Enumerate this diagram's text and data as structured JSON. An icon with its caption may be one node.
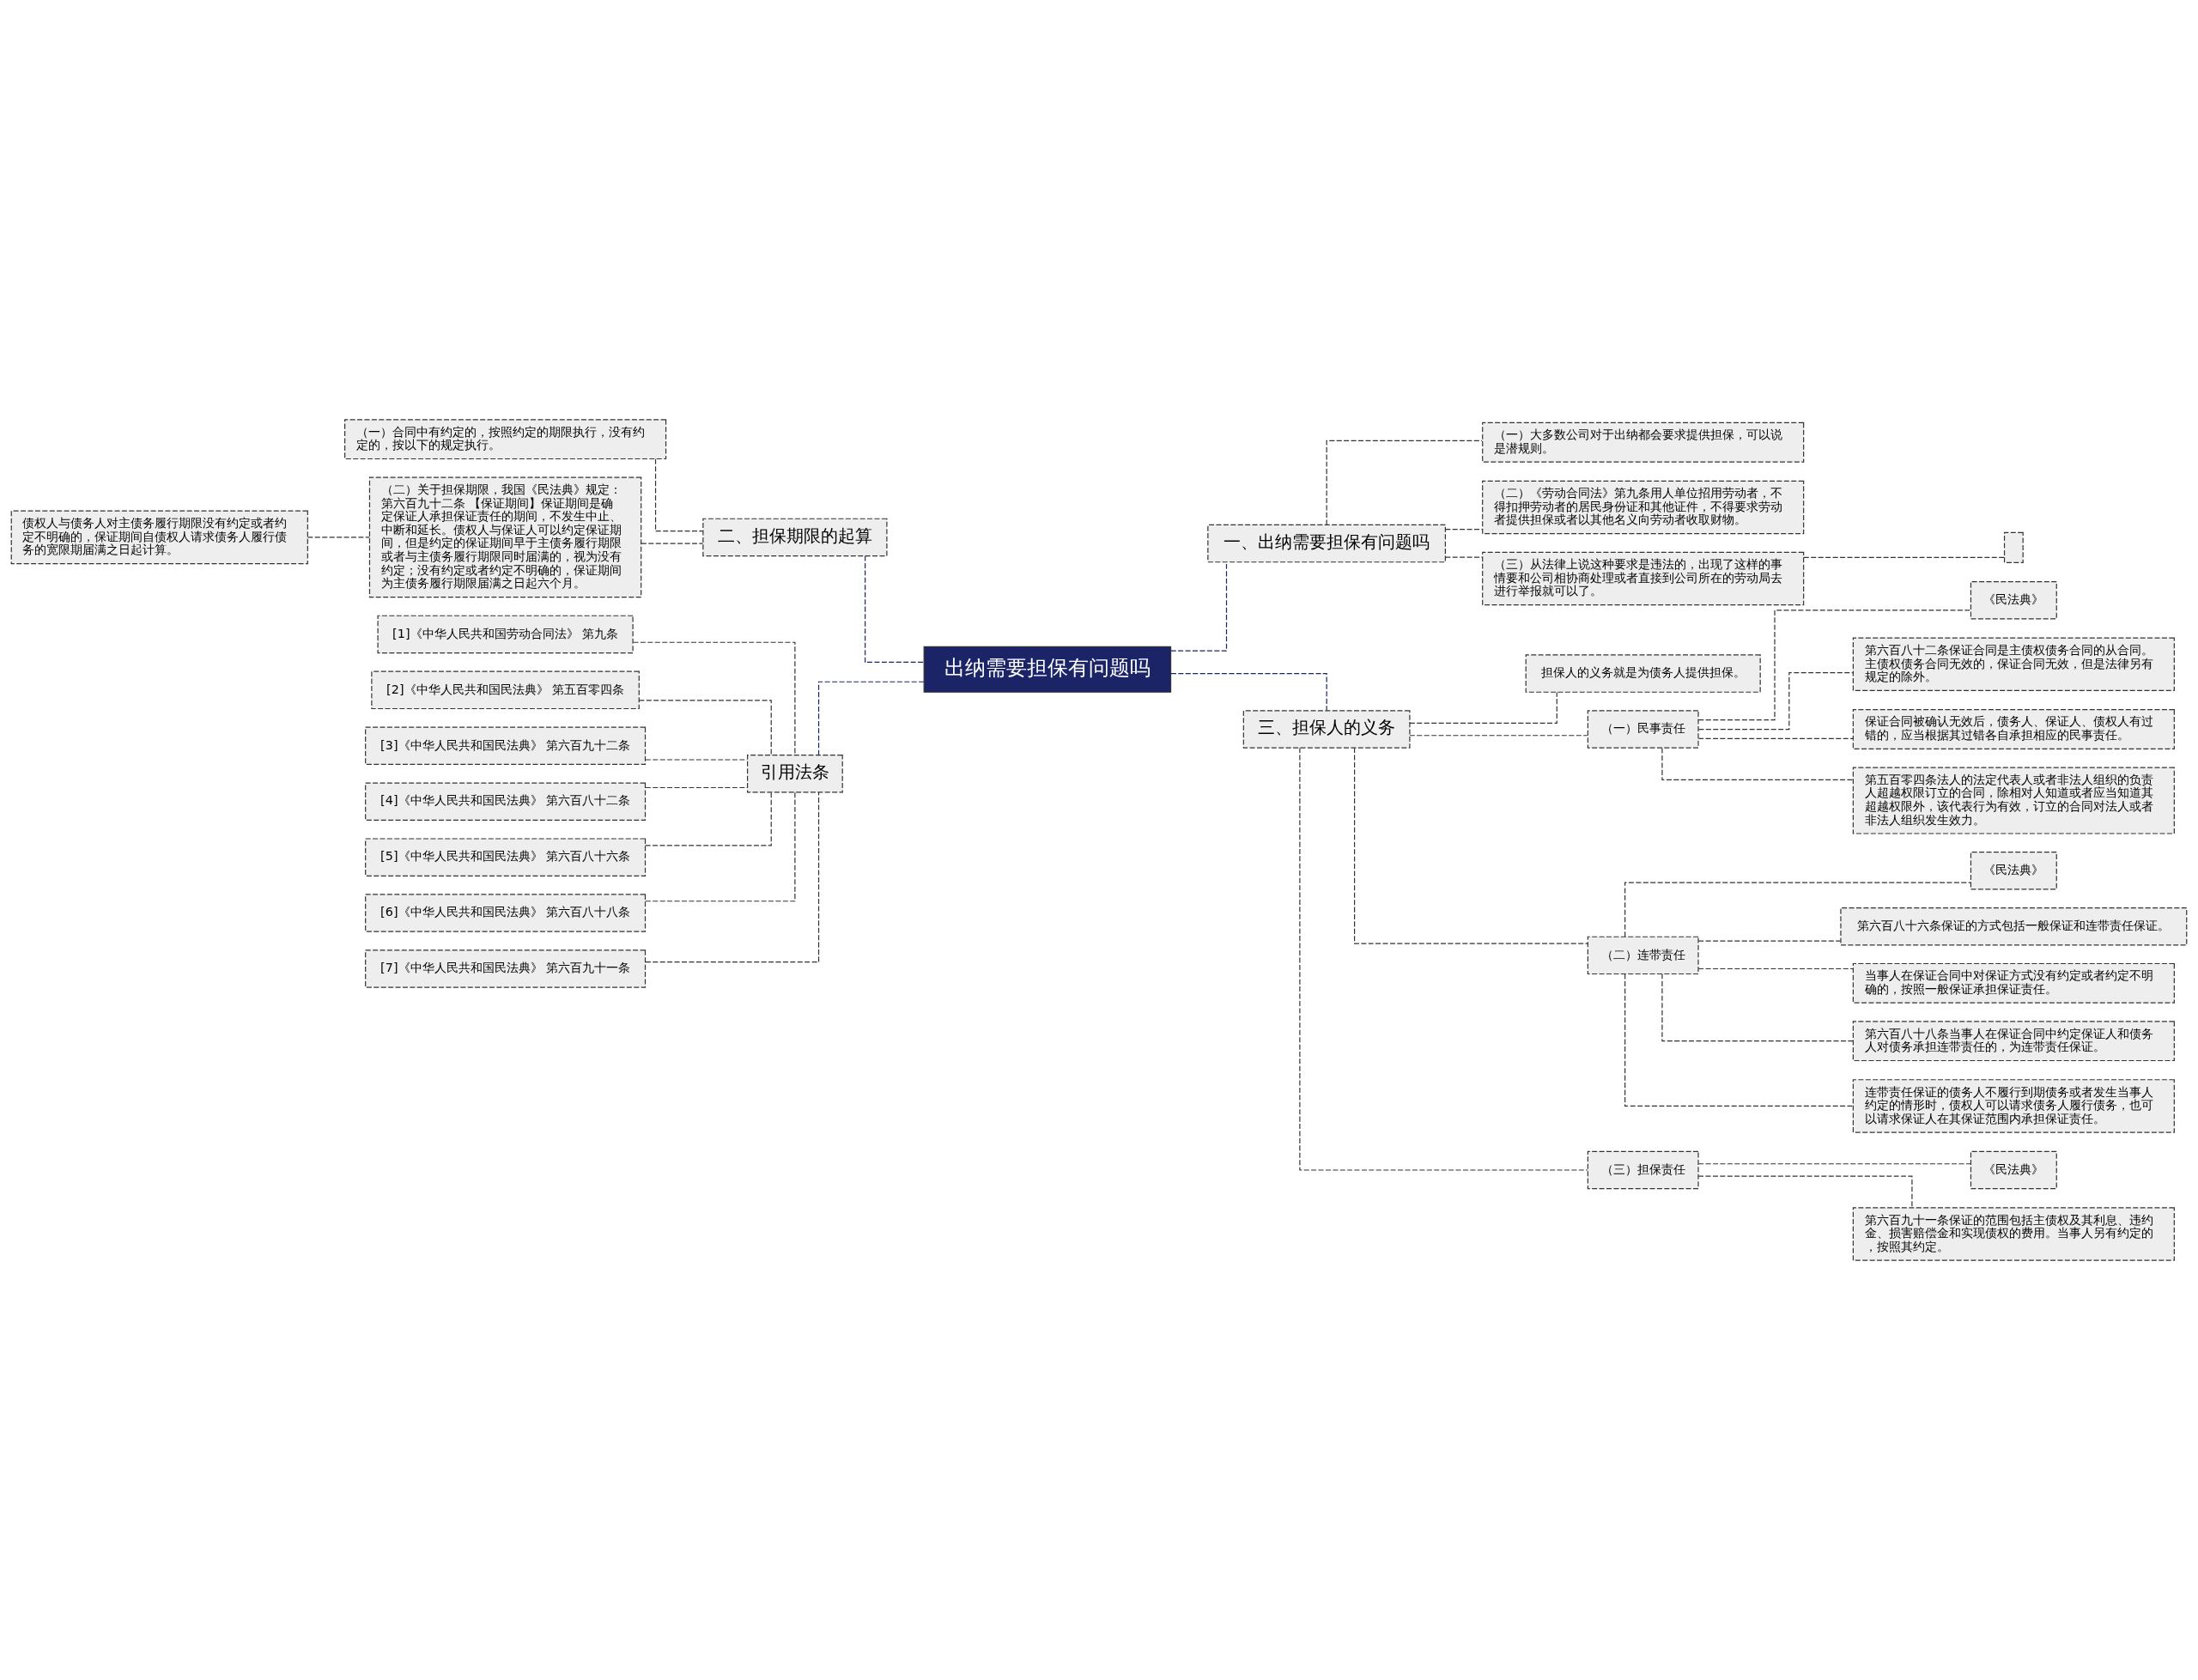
{
  "diagram": {
    "nodes": [
      {
        "text": [
          "出纳需要担保有问题吗"
        ]
      },
      {
        "text": [
          "一、出纳需要担保有问题吗"
        ]
      },
      {
        "text": [
          "（一）大多数公司对于出纳都会要求提供担保，可以说是潜规则。"
        ]
      },
      {
        "text": [
          "（二）《劳动合同法》第九条用人单位招用劳动者，不得扣押劳动者的居民身份证和其他证件，不得要求劳动者提供担保或者以其他名义向劳动者收取财物。"
        ]
      },
      {
        "text": [
          "（三）从法律上说这种要求是违法的，出现了这样的事情要和公司相协商处理或者直接到公司所在的劳动局去进行举报就可以了。"
        ]
      },
      {
        "text": [],
        "shape": "box"
      },
      {
        "text": [
          "三、担保人的义务"
        ]
      },
      {
        "text": [
          "担保人的义务就是为债务人提供担保。"
        ]
      },
      {
        "text": [
          "（一）民事责任"
        ]
      },
      {
        "text": [
          "《民法典》"
        ]
      },
      {
        "text": [
          "第六百八十二条保证合同是主债权债务合同的从合同。主债权债务合同无效的，保证合同无效，但是法律另有规定的除外。"
        ]
      },
      {
        "text": [
          "保证合同被确认无效后，债务人、保证人、债权人有过错的，应当根据其过错各自承担相应的民事责任。"
        ]
      },
      {
        "text": [
          "第五百零四条法人的法定代表人或者非法人组织的负责人超越权限订立的合同，除相对人知道或者应当知道其超越权限外，该代表行为有效，订立的合同对法人或者非法人组织发生效力。"
        ]
      },
      {
        "text": [
          "（二）连带责任"
        ]
      },
      {
        "text": [
          "《民法典》"
        ]
      },
      {
        "text": [
          "第六百八十六条保证的方式包括一般保证和连带责任保证。"
        ]
      },
      {
        "text": [
          "当事人在保证合同中对保证方式没有约定或者约定不明确的，按照一般保证承担保证责任。"
        ]
      },
      {
        "text": [
          "第六百八十八条当事人在保证合同中约定保证人和债务人对债务承担连带责任的，为连带责任保证。"
        ]
      },
      {
        "text": [
          "连带责任保证的债务人不履行到期债务或者发生当事人约定的情形时，债权人可以请求债务人履行债务，也可以请求保证人在其保证范围内承担保证责任。"
        ]
      },
      {
        "text": [
          "（三）担保责任"
        ]
      },
      {
        "text": [
          "《民法典》"
        ]
      },
      {
        "text": [
          "第六百九十一条保证的范围包括主债权及其利息、违约金、损害赔偿金和实现债权的费用。当事人另有约定的，按照其约定。"
        ]
      },
      {
        "text": [
          "二、担保期限的起算"
        ]
      },
      {
        "text": [
          "（一）合同中有约定的，按照约定的期限执行，没有约定的，按以下的规定执行。"
        ]
      },
      {
        "text": [
          "（二）关于担保期限，我国《民法典》规定：第六百九十二条 【保证期间】保证期间是确定保证人承担保证责任的期间，不发生中止、中断和延长。债权人与保证人可以约定保证期间，但是约定的保证期间早于主债务履行期限或者与主债务履行期限同时届满的，视为没有约定；没有约定或者约定不明确的，保证期间为主债务履行期限届满之日起六个月。"
        ]
      },
      {
        "text": [
          "债权人与债务人对主债务履行期限没有约定或者约定不明确的，保证期间自债权人请求债务人履行债务的宽限期届满之日起计算。"
        ]
      },
      {
        "text": [
          "引用法条"
        ]
      },
      {
        "text": [
          "[1]《中华人民共和国劳动合同法》 第九条"
        ]
      },
      {
        "text": [
          "[2]《中华人民共和国民法典》 第五百零四条"
        ]
      },
      {
        "text": [
          "[3]《中华人民共和国民法典》 第六百九十二条"
        ]
      },
      {
        "text": [
          "[4]《中华人民共和国民法典》 第六百八十二条"
        ]
      },
      {
        "text": [
          "[5]《中华人民共和国民法典》 第六百八十六条"
        ]
      },
      {
        "text": [
          "[6]《中华人民共和国民法典》 第六百八十八条"
        ]
      },
      {
        "text": [
          "[7]《中华人民共和国民法典》 第六百九十一条"
        ]
      }
    ],
    "edges": [
      {
        "from": 0,
        "to": 1,
        "arrow": "none",
        "style": "dashed",
        "color": "#1a2466"
      },
      {
        "from": 1,
        "to": 2,
        "arrow": "none",
        "style": "dashed"
      },
      {
        "from": 1,
        "to": 3,
        "arrow": "none",
        "style": "dashed"
      },
      {
        "from": 1,
        "to": 4,
        "arrow": "none",
        "style": "dashed"
      },
      {
        "from": 4,
        "to": 5,
        "arrow": "none",
        "style": "dashed"
      },
      {
        "from": 0,
        "to": 6,
        "arrow": "none",
        "style": "dashed",
        "color": "#1a2466"
      },
      {
        "from": 6,
        "to": 7,
        "arrow": "none",
        "style": "dashed"
      },
      {
        "from": 6,
        "to": 8,
        "arrow": "none",
        "style": "dashed"
      },
      {
        "from": 8,
        "to": 9,
        "arrow": "none",
        "style": "dashed"
      },
      {
        "from": 8,
        "to": 10,
        "arrow": "none",
        "style": "dashed"
      },
      {
        "from": 8,
        "to": 11,
        "arrow": "none",
        "style": "dashed"
      },
      {
        "from": 8,
        "to": 12,
        "arrow": "none",
        "style": "dashed"
      },
      {
        "from": 6,
        "to": 13,
        "arrow": "none",
        "style": "dashed"
      },
      {
        "from": 13,
        "to": 14,
        "arrow": "none",
        "style": "dashed"
      },
      {
        "from": 13,
        "to": 15,
        "arrow": "none",
        "style": "dashed"
      },
      {
        "from": 13,
        "to": 16,
        "arrow": "none",
        "style": "dashed"
      },
      {
        "from": 13,
        "to": 17,
        "arrow": "none",
        "style": "dashed"
      },
      {
        "from": 13,
        "to": 18,
        "arrow": "none",
        "style": "dashed"
      },
      {
        "from": 6,
        "to": 19,
        "arrow": "none",
        "style": "dashed"
      },
      {
        "from": 19,
        "to": 20,
        "arrow": "none",
        "style": "dashed"
      },
      {
        "from": 19,
        "to": 21,
        "arrow": "none",
        "style": "dashed"
      },
      {
        "from": 0,
        "to": 22,
        "arrow": "none",
        "style": "dashed",
        "color": "#1a2466"
      },
      {
        "from": 22,
        "to": 23,
        "arrow": "none",
        "style": "dashed"
      },
      {
        "from": 22,
        "to": 24,
        "arrow": "none",
        "style": "dashed"
      },
      {
        "from": 24,
        "to": 25,
        "arrow": "none",
        "style": "dashed"
      },
      {
        "from": 0,
        "to": 26,
        "arrow": "none",
        "style": "dashed",
        "color": "#1a2466"
      },
      {
        "from": 26,
        "to": 27,
        "arrow": "none",
        "style": "dashed"
      },
      {
        "from": 26,
        "to": 28,
        "arrow": "none",
        "style": "dashed"
      },
      {
        "from": 26,
        "to": 29,
        "arrow": "none",
        "style": "dashed"
      },
      {
        "from": 26,
        "to": 30,
        "arrow": "none",
        "style": "dashed"
      },
      {
        "from": 26,
        "to": 31,
        "arrow": "none",
        "style": "dashed"
      },
      {
        "from": 26,
        "to": 32,
        "arrow": "none",
        "style": "dashed"
      },
      {
        "from": 26,
        "to": 33,
        "arrow": "none",
        "style": "dashed"
      }
    ]
  }
}
